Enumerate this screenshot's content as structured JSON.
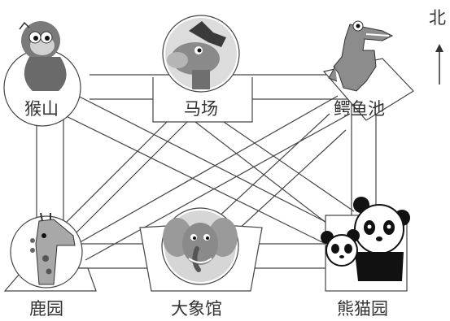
{
  "north_label": "北",
  "venues": {
    "monkey_hill": {
      "name": "猴山",
      "icon": "monkey-icon"
    },
    "horse_farm": {
      "name": "马场",
      "icon": "horse-icon"
    },
    "crocodile_pool": {
      "name": "鳄鱼池",
      "icon": "crocodile-icon"
    },
    "deer_park": {
      "name": "鹿园",
      "icon": "giraffe-icon"
    },
    "elephant_hall": {
      "name": "大象馆",
      "icon": "elephant-icon"
    },
    "panda_house": {
      "name": "熊猫园",
      "icon": "panda-icon"
    }
  }
}
